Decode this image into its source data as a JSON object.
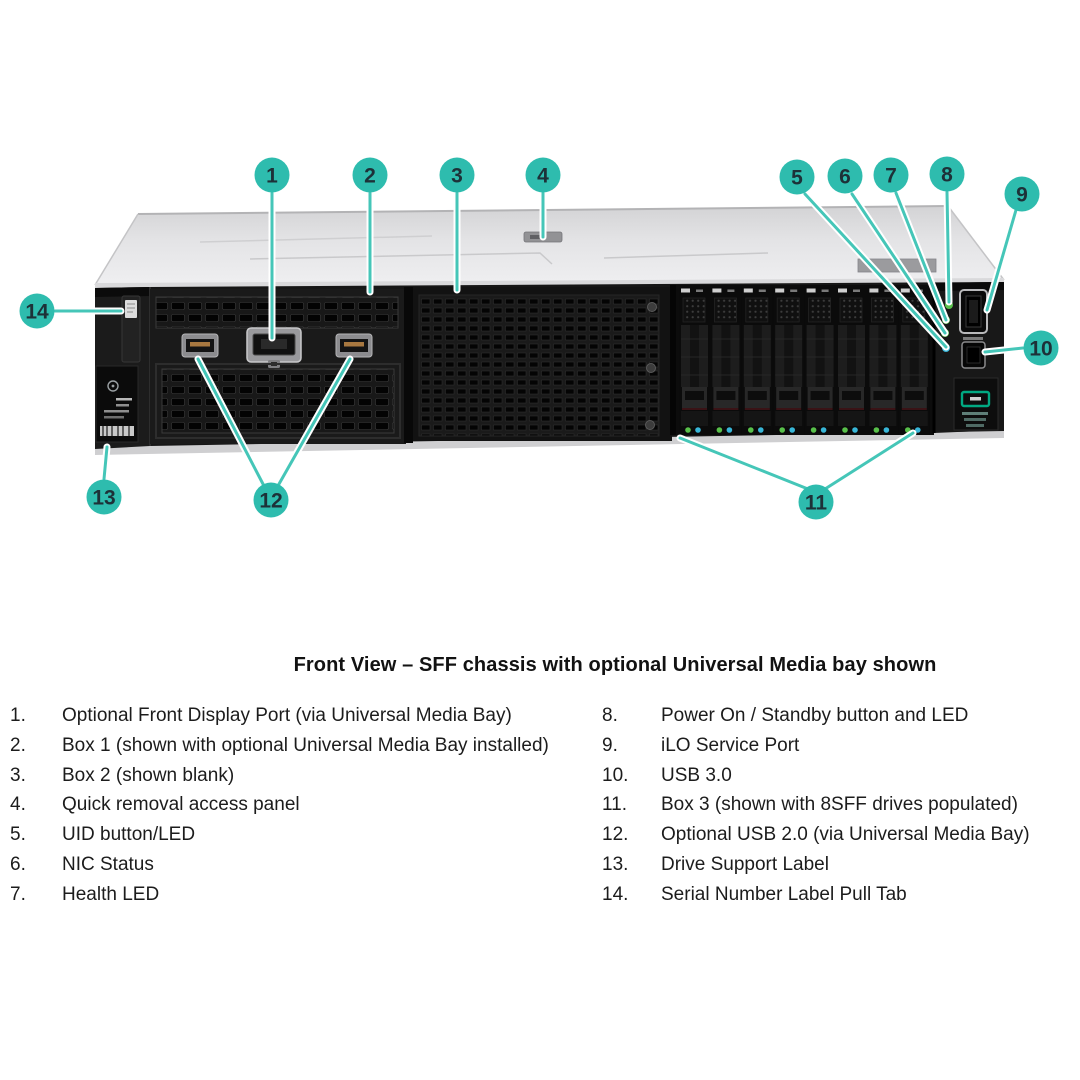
{
  "caption": "Front View – SFF chassis with optional Universal Media bay shown",
  "legend": {
    "left": [
      {
        "num": "1.",
        "label": "Optional Front Display Port (via Universal Media Bay)"
      },
      {
        "num": "2.",
        "label": "Box 1 (shown with optional Universal Media Bay installed)"
      },
      {
        "num": "3.",
        "label": "Box 2 (shown blank)"
      },
      {
        "num": "4.",
        "label": "Quick removal access panel"
      },
      {
        "num": "5.",
        "label": "UID button/LED"
      },
      {
        "num": "6.",
        "label": "NIC Status"
      },
      {
        "num": "7.",
        "label": "Health LED"
      }
    ],
    "right": [
      {
        "num": "8.",
        "label": "Power On / Standby button and LED"
      },
      {
        "num": "9.",
        "label": "iLO Service Port"
      },
      {
        "num": "10.",
        "label": "USB 3.0"
      },
      {
        "num": "11.",
        "label": "Box 3  (shown with 8SFF drives populated)"
      },
      {
        "num": "12.",
        "label": "Optional USB 2.0 (via Universal Media Bay)"
      },
      {
        "num": "13.",
        "label": "Drive Support Label"
      },
      {
        "num": "14.",
        "label": "Serial Number Label Pull Tab"
      }
    ]
  },
  "callouts": [
    {
      "num": "1"
    },
    {
      "num": "2"
    },
    {
      "num": "3"
    },
    {
      "num": "4"
    },
    {
      "num": "5"
    },
    {
      "num": "6"
    },
    {
      "num": "7"
    },
    {
      "num": "8"
    },
    {
      "num": "9"
    },
    {
      "num": "10"
    },
    {
      "num": "11"
    },
    {
      "num": "12"
    },
    {
      "num": "13"
    },
    {
      "num": "14"
    }
  ],
  "colors": {
    "callout_teal": "#2ebcae",
    "callout_line": "#45c6b8",
    "callout_number": "#1d3138",
    "hpe_green_logo": "#01a982",
    "led_green": "#58c04a",
    "led_blue": "#38b6d8",
    "chassis_black": "#161616",
    "chassis_top_gray": "#e2e2e4"
  },
  "drive_bay": {
    "drive_count": 8,
    "type": "SFF"
  }
}
